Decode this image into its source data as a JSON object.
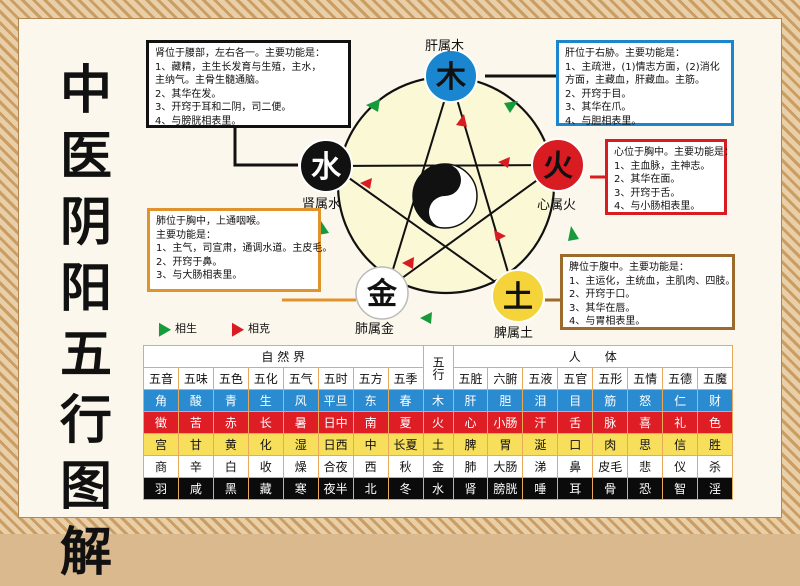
{
  "title_chars": [
    "中",
    "医",
    "阴",
    "阳",
    "五",
    "行",
    "图",
    "解"
  ],
  "elements": {
    "wood": {
      "char": "木",
      "label": "肝属木",
      "color": "#1a86cf"
    },
    "fire": {
      "char": "火",
      "label": "心属火",
      "color": "#d91b22"
    },
    "earth": {
      "char": "土",
      "label": "脾属土",
      "color": "#f5d33a"
    },
    "metal": {
      "char": "金",
      "label": "肺属金",
      "color": "#ffffff"
    },
    "water": {
      "char": "水",
      "label": "肾属水",
      "color": "#111111"
    }
  },
  "info": {
    "kidney": [
      "肾位于腰部，左右各一。主要功能是：",
      "1、藏精，主生长发育与生殖，主水，",
      "主纳气。主骨生髓通脑。",
      "2、其华在发。",
      "3、开窍于耳和二阴，司二便。",
      "4、与膀胱相表里。"
    ],
    "liver": [
      "肝位于右胁。主要功能是：",
      "1、主疏泄，(1)情志方面，(2)消化",
      "方面，主藏血，肝藏血。主筋。",
      "2、开窍于目。",
      "3、其华在爪。",
      "4、与胆相表里。"
    ],
    "heart": [
      "心位于胸中。主要功能是：",
      "1、主血脉，主神志。",
      "2、其华在面。",
      "3、开窍于舌。",
      "4、与小肠相表里。"
    ],
    "lung": [
      "肺位于胸中，上通咽喉。",
      "主要功能是：",
      "1、主气，司宣肃，通调水道。主皮毛。",
      "2、开窍于鼻。",
      "3、与大肠相表里。"
    ],
    "spleen": [
      "脾位于腹中。主要功能是：",
      "1、主运化，主统血，主肌肉、四肢。",
      "2、开窍于口。",
      "3、其华在唇。",
      "4、与胃相表里。"
    ]
  },
  "legend": {
    "generate": "相生",
    "restrain": "相克"
  },
  "table": {
    "group_left": "自 然 界",
    "group_mid": "五行",
    "group_right": "人　　体",
    "left_cols": [
      "五音",
      "五味",
      "五色",
      "五化",
      "五气",
      "五时",
      "五方",
      "五季"
    ],
    "right_cols": [
      "五脏",
      "六腑",
      "五液",
      "五官",
      "五形",
      "五情",
      "五德",
      "五魔"
    ],
    "rows": [
      {
        "cls": "r-wood",
        "left": [
          "角",
          "酸",
          "青",
          "生",
          "风",
          "平旦",
          "东",
          "春"
        ],
        "mid": "木",
        "right": [
          "肝",
          "胆",
          "泪",
          "目",
          "筋",
          "怒",
          "仁",
          "财"
        ]
      },
      {
        "cls": "r-fire",
        "left": [
          "徵",
          "苦",
          "赤",
          "长",
          "暑",
          "日中",
          "南",
          "夏"
        ],
        "mid": "火",
        "right": [
          "心",
          "小肠",
          "汗",
          "舌",
          "脉",
          "喜",
          "礼",
          "色"
        ]
      },
      {
        "cls": "r-earth",
        "left": [
          "宫",
          "甘",
          "黄",
          "化",
          "湿",
          "日西",
          "中",
          "长夏"
        ],
        "mid": "土",
        "right": [
          "脾",
          "胃",
          "涎",
          "口",
          "肉",
          "思",
          "信",
          "胜"
        ]
      },
      {
        "cls": "r-metal",
        "left": [
          "商",
          "辛",
          "白",
          "收",
          "燥",
          "合夜",
          "西",
          "秋"
        ],
        "mid": "金",
        "right": [
          "肺",
          "大肠",
          "涕",
          "鼻",
          "皮毛",
          "悲",
          "仪",
          "杀"
        ]
      },
      {
        "cls": "r-water",
        "left": [
          "羽",
          "咸",
          "黑",
          "藏",
          "寒",
          "夜半",
          "北",
          "冬"
        ],
        "mid": "水",
        "right": [
          "肾",
          "膀胱",
          "唾",
          "耳",
          "骨",
          "恐",
          "智",
          "淫"
        ]
      }
    ]
  }
}
